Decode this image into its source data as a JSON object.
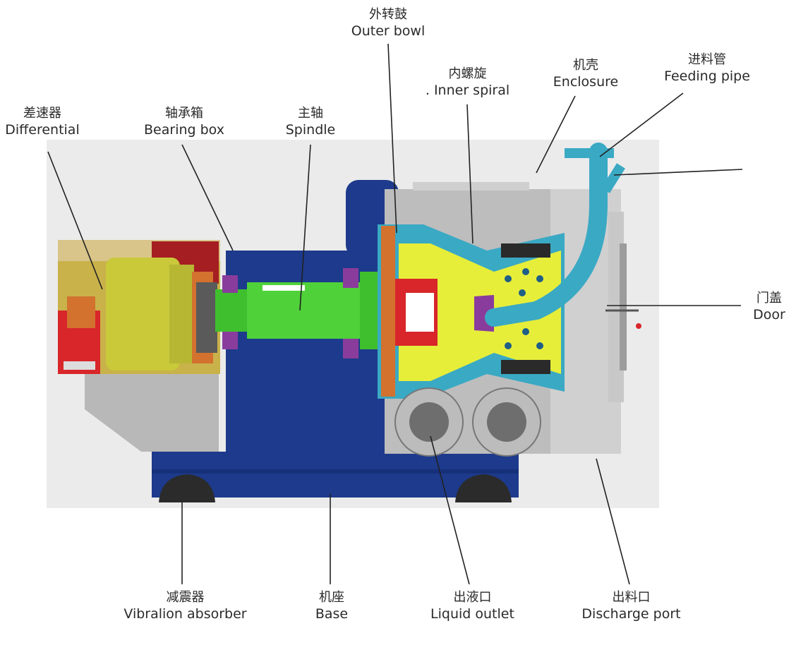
{
  "labels": {
    "outer_bowl": {
      "zh": "外转鼓",
      "en": "Outer bowl"
    },
    "inner_spiral": {
      "zh": "内螺旋",
      "en": ". Inner spiral"
    },
    "enclosure": {
      "zh": "机壳",
      "en": "Enclosure"
    },
    "feeding_pipe": {
      "zh": "进料管",
      "en": "Feeding pipe"
    },
    "differential": {
      "zh": "差速器",
      "en": "Differential"
    },
    "bearing_box": {
      "zh": "轴承箱",
      "en": "Bearing box"
    },
    "spindle": {
      "zh": "主轴",
      "en": "Spindle"
    },
    "door": {
      "zh": "门盖",
      "en": "Door"
    },
    "vibration_absorber": {
      "zh": "减震器",
      "en": "Vibralion absorber"
    },
    "base": {
      "zh": "机座",
      "en": "Base"
    },
    "liquid_outlet": {
      "zh": "出液口",
      "en": "Liquid outlet"
    },
    "discharge_port": {
      "zh": "出料口",
      "en": "Discharge port"
    }
  },
  "colors": {
    "base_blue": "#1d3a8c",
    "spindle_green": "#3fbf2e",
    "bowl_cyan": "#3aa9c4",
    "spiral_yellow": "#e6ee3a",
    "differential_yellow": "#c9c93a",
    "red": "#d8262a",
    "orange": "#d2722e",
    "grey": "#b8b8b8",
    "violet": "#8a3c9c"
  }
}
